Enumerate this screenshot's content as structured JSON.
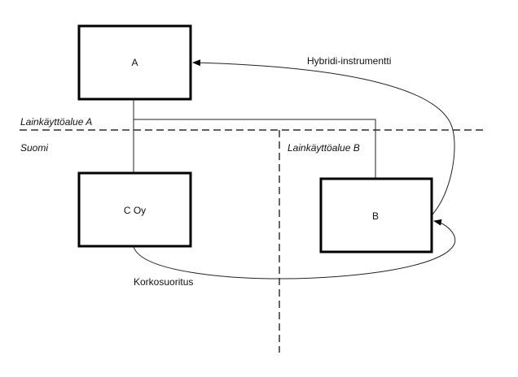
{
  "nodes": {
    "a": {
      "label": "A"
    },
    "b": {
      "label": "B"
    },
    "c": {
      "label": "C Oy"
    }
  },
  "regions": {
    "jurisdiction_a": "Lainkäyttöalue A",
    "finland": "Suomi",
    "jurisdiction_b": "Lainkäyttöalue B"
  },
  "edges": {
    "hybrid": {
      "label": "Hybridi-instrumentti",
      "from": "B",
      "to": "A"
    },
    "interest": {
      "label": "Korkosuoritus",
      "from": "C Oy",
      "to": "B"
    },
    "ownership_a_c": {
      "from": "A",
      "to": "C Oy"
    },
    "ownership_a_b": {
      "from": "A",
      "to": "B"
    }
  },
  "colors": {
    "stroke": "#000000",
    "background": "#ffffff"
  }
}
